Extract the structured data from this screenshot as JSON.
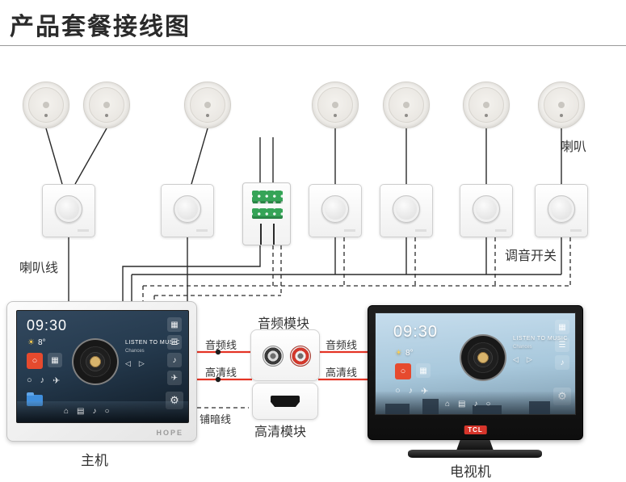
{
  "page": {
    "title": "产品套餐接线图"
  },
  "labels": {
    "speaker": "喇叭",
    "speaker_wire": "喇叭线",
    "volume_switch": "调音开关",
    "audio_module": "音频模块",
    "hd_module": "高清模块",
    "concealed_wire": "铺暗线",
    "audio_cable": "音频线",
    "hd_cable": "高清线",
    "host": "主机",
    "tv": "电视机"
  },
  "host_screen": {
    "time": "09:30",
    "temp": "8°",
    "music_title": "LISTEN TO MUSIC",
    "music_subtitle": "Chances",
    "brand": "HOPE"
  },
  "tv_screen": {
    "time": "09:30",
    "temp": "8°",
    "music_title": "LISTEN TO MUSIC",
    "music_subtitle": "Chances",
    "brand": "TCL"
  },
  "icons": {
    "sun": "☀",
    "circle": "○",
    "grid": "▦",
    "menu": "☰",
    "note": "♪",
    "plane": "✈",
    "gear": "⚙",
    "home": "⌂",
    "list": "▤",
    "prev": "◁",
    "play": "▷"
  },
  "colors": {
    "cable_red": "#e43425",
    "wire_black": "#2a2a2a",
    "terminal_green": "#35a457"
  }
}
